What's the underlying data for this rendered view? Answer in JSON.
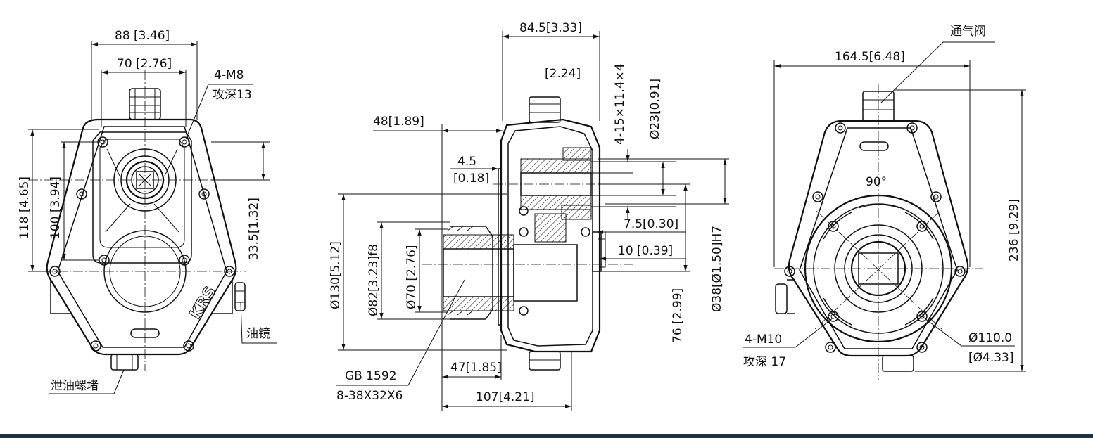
{
  "colors": {
    "line": "#111111",
    "background": "#ffffff",
    "bottom_bar": "#1f3146"
  },
  "views": {
    "left": {
      "dims": {
        "w_outer": "88 [3.46]",
        "w_inner": "70 [2.76]",
        "h_outer": "118 [4.65]",
        "h_inner": "100 [3.94]",
        "offset": "33.5[1.32]"
      },
      "notes": {
        "thread": "4-M8",
        "thread_depth": "攻深13",
        "sight_glass": "油镜",
        "drain_plug": "泄油螺堵",
        "logo": "KRS"
      }
    },
    "middle": {
      "dims": {
        "overall_top": "84.5[3.33]",
        "inner_top": "[2.24]",
        "flange_offset": "48[1.89]",
        "gap_a": "4.5",
        "gap_a_in": "[0.18]",
        "keyway": "4-15×11.4×4",
        "bore_23": "Ø23[0.91]",
        "shoulder": "7.5[0.30]",
        "step": "10 [0.39]",
        "pilot_38": "Ø38[Ø1.50]H7",
        "height_76": "76 [2.99]",
        "dia_130": "Ø130[5.12]",
        "dia_82": "Ø82[3.23]f8",
        "dia_70": "Ø70 [2.76]",
        "len_47": "47[1.85]",
        "len_107": "107[4.21]"
      },
      "notes": {
        "spline_std": "GB 1592",
        "spline_spec": "8-38X32X6"
      }
    },
    "right": {
      "dims": {
        "width": "164.5[6.48]",
        "height": "236 [9.29]",
        "angle": "90°",
        "bolt_circle": "Ø110.0",
        "bolt_circle_in": "[Ø4.33]"
      },
      "notes": {
        "vent_valve": "通气阀",
        "thread": "4-M10",
        "thread_depth": "攻深 17"
      }
    }
  }
}
